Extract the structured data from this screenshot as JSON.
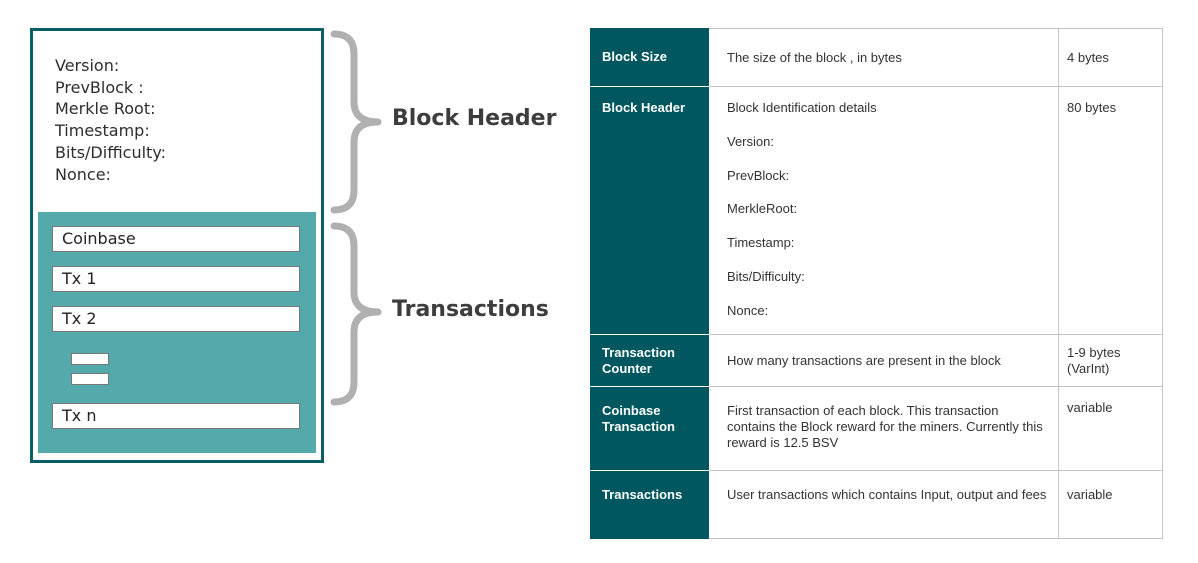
{
  "diagram": {
    "header_fields": [
      "Version:",
      "PrevBlock :",
      "Merkle Root:",
      "Timestamp:",
      "Bits/Difficulty:",
      "Nonce:"
    ],
    "transactions": [
      "Coinbase",
      "Tx 1",
      "Tx 2",
      "Tx n"
    ],
    "brace_labels": {
      "header": "Block Header",
      "transactions": "Transactions"
    },
    "colors": {
      "frame": "#0b5e66",
      "tx_area": "#54aaaa",
      "brace": "#b0b0b0"
    }
  },
  "table": {
    "name_color": "#00575f",
    "rows": [
      {
        "name": "Block Size",
        "description": "The size of the block , in bytes",
        "size": "4 bytes"
      },
      {
        "name": "Block Header",
        "description": "Block Identification details",
        "sub_items": [
          "Version:",
          "PrevBlock:",
          "MerkleRoot:",
          "Timestamp:",
          "Bits/Difficulty:",
          "Nonce:"
        ],
        "size": "80 bytes"
      },
      {
        "name": "Transaction Counter",
        "description": "How many transactions are present in the block",
        "size": "1-9 bytes (VarInt)"
      },
      {
        "name": "Coinbase Transaction",
        "description": "First transaction of each block. This transaction contains the Block reward for the miners. Currently this reward is 12.5 BSV",
        "size": "variable"
      },
      {
        "name": "Transactions",
        "description": "User transactions which contains Input, output and fees",
        "size": "variable"
      }
    ]
  }
}
